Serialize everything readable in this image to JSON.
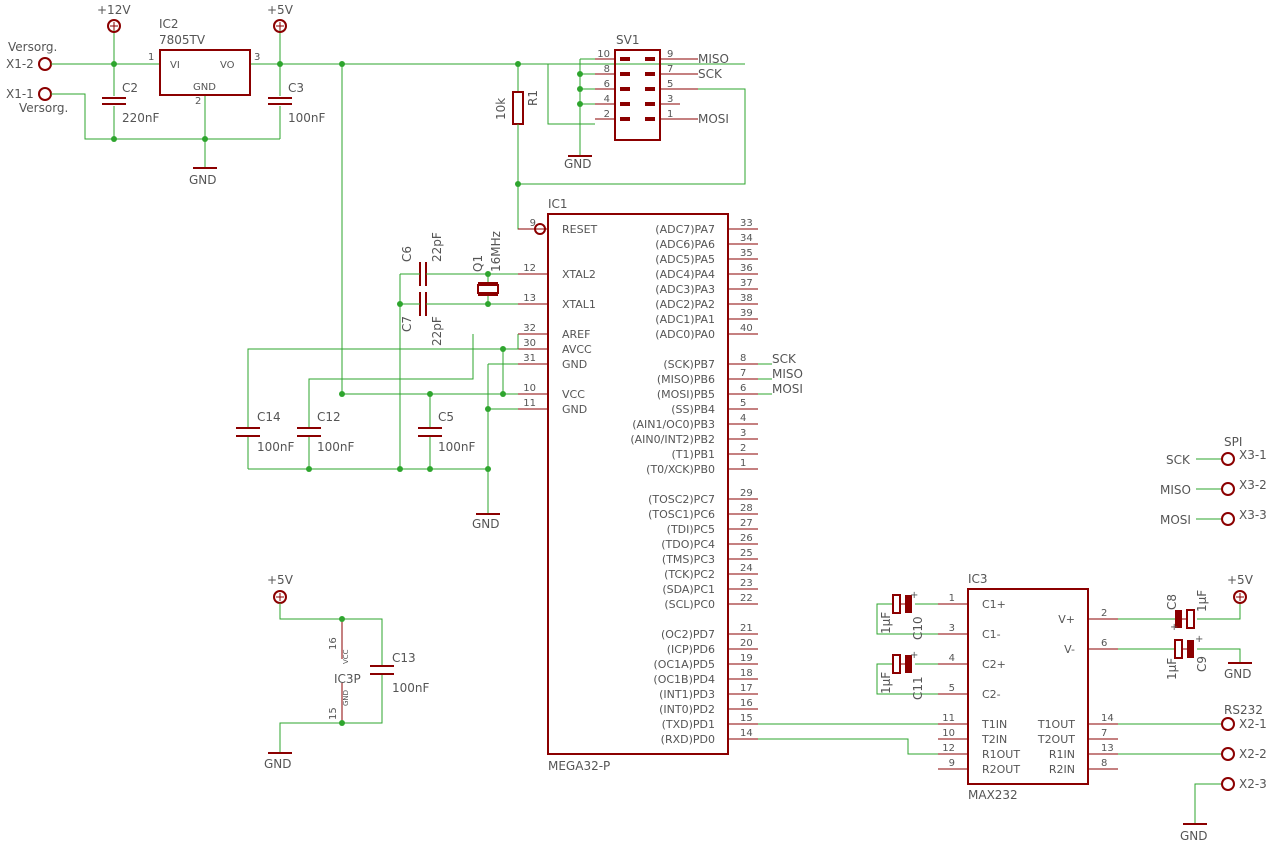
{
  "supply": {
    "v12": "+12V",
    "v5": "+5V",
    "gnd": "GND"
  },
  "regulator": {
    "name": "IC2",
    "value": "7805TV",
    "vi": "VI",
    "vo": "VO",
    "gnd": "GND",
    "pin1": "1",
    "pin2": "2",
    "pin3": "3"
  },
  "connectors": {
    "x1_2": "X1-2",
    "x1_1": "X1-1",
    "versorg": "Versorg.",
    "x3_1": "X3-1",
    "x3_2": "X3-2",
    "x3_3": "X3-3",
    "spi": "SPI",
    "x2_1": "X2-1",
    "x2_2": "X2-2",
    "x2_3": "X2-3",
    "rs232": "RS232"
  },
  "signals": {
    "sck": "SCK",
    "miso": "MISO",
    "mosi": "MOSI"
  },
  "caps": {
    "c2": "C2",
    "c2v": "220nF",
    "c3": "C3",
    "c3v": "100nF",
    "c6": "C6",
    "c6v": "22pF",
    "c7": "C7",
    "c7v": "22pF",
    "c14": "C14",
    "c14v": "100nF",
    "c12": "C12",
    "c12v": "100nF",
    "c5": "C5",
    "c5v": "100nF",
    "c13": "C13",
    "c13v": "100nF",
    "c8": "C8",
    "c9": "C9",
    "c10": "C10",
    "c11": "C11",
    "uf": "1µF"
  },
  "resistor": {
    "name": "R1",
    "value": "10k"
  },
  "crystal": {
    "name": "Q1",
    "value": "16MHz"
  },
  "header": {
    "name": "SV1",
    "left_pins": [
      "10",
      "8",
      "6",
      "4",
      "2"
    ],
    "right_pins": [
      "9",
      "7",
      "5",
      "3",
      "1"
    ]
  },
  "mcu": {
    "name": "IC1",
    "value": "MEGA32-P",
    "left": [
      {
        "label": "RESET",
        "pin": "9"
      },
      {
        "label": "XTAL2",
        "pin": "12"
      },
      {
        "label": "XTAL1",
        "pin": "13"
      },
      {
        "label": "AREF",
        "pin": "32"
      },
      {
        "label": "AVCC",
        "pin": "30"
      },
      {
        "label": "GND",
        "pin": "31"
      },
      {
        "label": "VCC",
        "pin": "10"
      },
      {
        "label": "GND",
        "pin": "11"
      }
    ],
    "right": [
      {
        "label": "(ADC7)PA7",
        "pin": "33"
      },
      {
        "label": "(ADC6)PA6",
        "pin": "34"
      },
      {
        "label": "(ADC5)PA5",
        "pin": "35"
      },
      {
        "label": "(ADC4)PA4",
        "pin": "36"
      },
      {
        "label": "(ADC3)PA3",
        "pin": "37"
      },
      {
        "label": "(ADC2)PA2",
        "pin": "38"
      },
      {
        "label": "(ADC1)PA1",
        "pin": "39"
      },
      {
        "label": "(ADC0)PA0",
        "pin": "40"
      },
      {
        "label": "(SCK)PB7",
        "pin": "8"
      },
      {
        "label": "(MISO)PB6",
        "pin": "7"
      },
      {
        "label": "(MOSI)PB5",
        "pin": "6"
      },
      {
        "label": "(SS)PB4",
        "pin": "5"
      },
      {
        "label": "(AIN1/OC0)PB3",
        "pin": "4"
      },
      {
        "label": "(AIN0/INT2)PB2",
        "pin": "3"
      },
      {
        "label": "(T1)PB1",
        "pin": "2"
      },
      {
        "label": "(T0/XCK)PB0",
        "pin": "1"
      },
      {
        "label": "(TOSC2)PC7",
        "pin": "29"
      },
      {
        "label": "(TOSC1)PC6",
        "pin": "28"
      },
      {
        "label": "(TDI)PC5",
        "pin": "27"
      },
      {
        "label": "(TDO)PC4",
        "pin": "26"
      },
      {
        "label": "(TMS)PC3",
        "pin": "25"
      },
      {
        "label": "(TCK)PC2",
        "pin": "24"
      },
      {
        "label": "(SDA)PC1",
        "pin": "23"
      },
      {
        "label": "(SCL)PC0",
        "pin": "22"
      },
      {
        "label": "(OC2)PD7",
        "pin": "21"
      },
      {
        "label": "(ICP)PD6",
        "pin": "20"
      },
      {
        "label": "(OC1A)PD5",
        "pin": "19"
      },
      {
        "label": "(OC1B)PD4",
        "pin": "18"
      },
      {
        "label": "(INT1)PD3",
        "pin": "17"
      },
      {
        "label": "(INT0)PD2",
        "pin": "16"
      },
      {
        "label": "(TXD)PD1",
        "pin": "15"
      },
      {
        "label": "(RXD)PD0",
        "pin": "14"
      }
    ]
  },
  "power_part": {
    "name": "IC3P",
    "vcc": "VCC",
    "gnd": "GND",
    "pin16": "16",
    "pin15": "15"
  },
  "max232": {
    "name": "IC3",
    "value": "MAX232",
    "left": [
      {
        "label": "C1+",
        "pin": "1"
      },
      {
        "label": "C1-",
        "pin": "3"
      },
      {
        "label": "C2+",
        "pin": "4"
      },
      {
        "label": "C2-",
        "pin": "5"
      },
      {
        "label": "T1IN",
        "pin": "11"
      },
      {
        "label": "T2IN",
        "pin": "10"
      },
      {
        "label": "R1OUT",
        "pin": "12"
      },
      {
        "label": "R2OUT",
        "pin": "9"
      }
    ],
    "right": [
      {
        "label": "V+",
        "pin": "2"
      },
      {
        "label": "V-",
        "pin": "6"
      },
      {
        "label": "T1OUT",
        "pin": "14"
      },
      {
        "label": "T2OUT",
        "pin": "7"
      },
      {
        "label": "R1IN",
        "pin": "13"
      },
      {
        "label": "R2IN",
        "pin": "8"
      }
    ]
  }
}
